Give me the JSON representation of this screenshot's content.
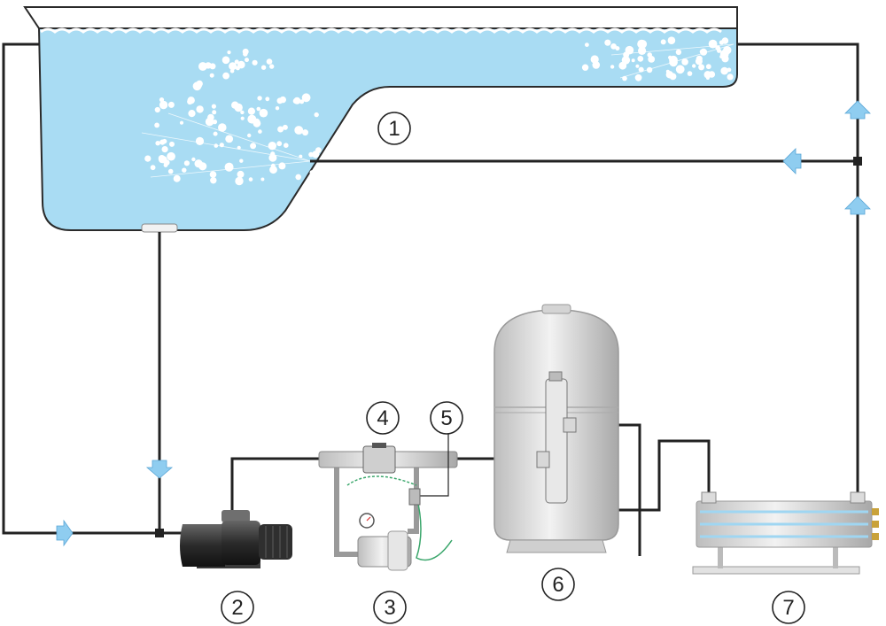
{
  "diagram": {
    "components": [
      {
        "id": "pool",
        "label": "1"
      },
      {
        "id": "circulation-pump",
        "label": "2"
      },
      {
        "id": "booster-pump",
        "label": "3"
      },
      {
        "id": "venturi-injector",
        "label": "4"
      },
      {
        "id": "dosing-line",
        "label": "5"
      },
      {
        "id": "sand-filter",
        "label": "6"
      },
      {
        "id": "uv-steriliser",
        "label": "7"
      }
    ]
  },
  "colors": {
    "water": "#a9dcf3",
    "pipe": "#222222",
    "flow_arrow": "#8fcdf0",
    "equipment": "#d9d9d9",
    "uv_lamp": "#9fd6f2",
    "dosing_tube": "#3aa66b"
  },
  "icons": {
    "flow": "arrow-icon",
    "bubbles": "air-bubble-icon"
  }
}
